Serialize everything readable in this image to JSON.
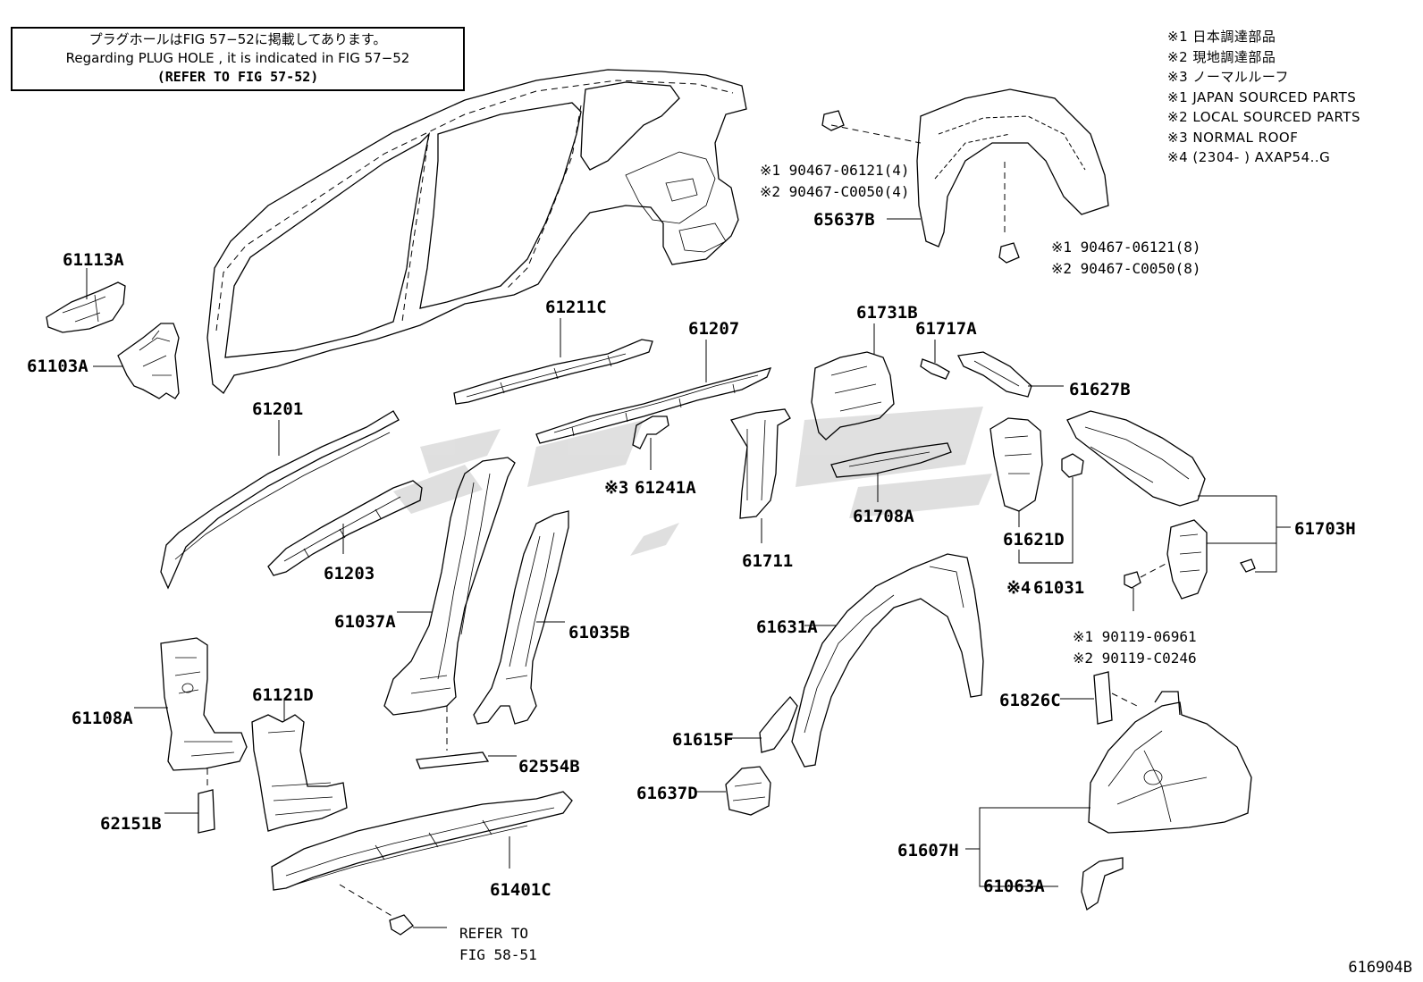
{
  "notice_box": {
    "line1": "プラグホールはFIG 57−52に掲載してあります。",
    "line2": "Regarding  PLUG  HOLE , it is indicated in FIG  57−52",
    "line3": "(REFER TO FIG 57-52)"
  },
  "legend": [
    "※1 日本調達部品",
    "※2 現地調達部品",
    "※3 ノーマルルーフ",
    "※1 JAPAN SOURCED PARTS",
    "※2 LOCAL SOURCED PARTS",
    "※3 NORMAL ROOF",
    "※4 (2304-        ) AXAP54..G"
  ],
  "figure_id": "616904B",
  "part_labels": {
    "p61113A": "61113A",
    "p61103A": "61103A",
    "p61201": "61201",
    "p61211C": "61211C",
    "p61207": "61207",
    "p61241A": "61241A",
    "p61241A_mark": "※3",
    "p61203": "61203",
    "p61037A": "61037A",
    "p61035B": "61035B",
    "p61108A": "61108A",
    "p61121D": "61121D",
    "p62151B": "62151B",
    "p62554B": "62554B",
    "p61401C": "61401C",
    "p61731B": "61731B",
    "p61717A": "61717A",
    "p61627B": "61627B",
    "p61711": "61711",
    "p61708A": "61708A",
    "p61621D": "61621D",
    "p61031": "61031",
    "p61031_mark": "※4",
    "p61703H": "61703H",
    "p61631A": "61631A",
    "p61615F": "61615F",
    "p61637D": "61637D",
    "p61826C": "61826C",
    "p61607H": "61607H",
    "p61063A": "61063A",
    "p65637B": "65637B"
  },
  "fastener_labels": {
    "clip_top_1": "※1 90467-06121(4)",
    "clip_top_2": "※2 90467-C0050(4)",
    "clip_right_1": "※1 90467-06121(8)",
    "clip_right_2": "※2 90467-C0050(8)",
    "bolt_1": "※1 90119-06961",
    "bolt_2": "※2 90119-C0246"
  },
  "refer_note": {
    "line1": "REFER TO",
    "line2": "FIG 58-51"
  }
}
